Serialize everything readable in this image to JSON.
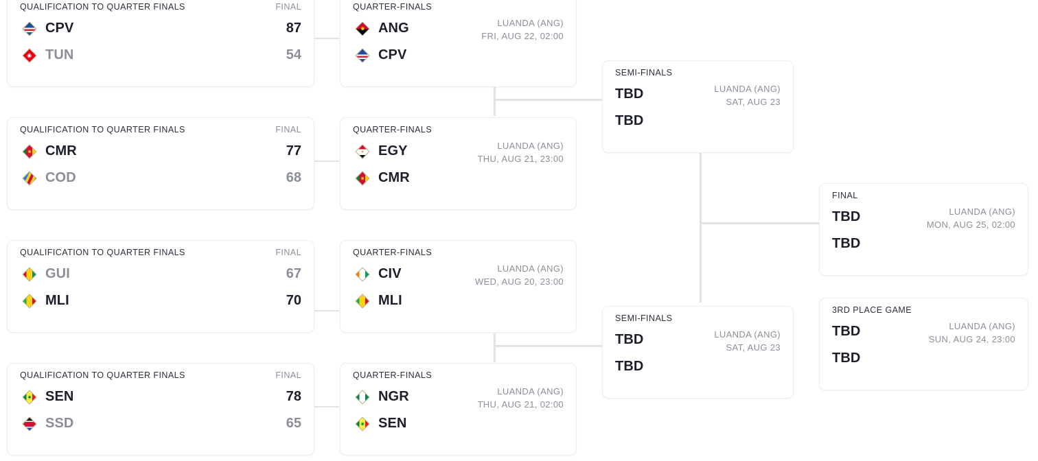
{
  "labels": {
    "qualification": "QUALIFICATION TO QUARTER FINALS",
    "final_status": "FINAL",
    "quarter_finals": "QUARTER-FINALS",
    "semi_finals": "SEMI-FINALS",
    "final_round": "FINAL",
    "third_place": "3RD PLACE GAME",
    "tbd": "TBD"
  },
  "colors": {
    "line": "#e2e2e4",
    "arrow": "#9b1b1b",
    "text_primary": "#1c1f2b",
    "text_muted": "#8b8e99",
    "card_border": "#ededef"
  },
  "qualification": [
    {
      "title": "QUALIFICATION TO QUARTER FINALS",
      "status": "FINAL",
      "teams": [
        {
          "abbr": "CPV",
          "score": "87",
          "winner": true,
          "flag": "cape-verde"
        },
        {
          "abbr": "TUN",
          "score": "54",
          "winner": false,
          "flag": "tunisia"
        }
      ]
    },
    {
      "title": "QUALIFICATION TO QUARTER FINALS",
      "status": "FINAL",
      "teams": [
        {
          "abbr": "CMR",
          "score": "77",
          "winner": true,
          "flag": "cameroon"
        },
        {
          "abbr": "COD",
          "score": "68",
          "winner": false,
          "flag": "dr-congo"
        }
      ]
    },
    {
      "title": "QUALIFICATION TO QUARTER FINALS",
      "status": "FINAL",
      "teams": [
        {
          "abbr": "GUI",
          "score": "67",
          "winner": false,
          "flag": "guinea"
        },
        {
          "abbr": "MLI",
          "score": "70",
          "winner": true,
          "flag": "mali"
        }
      ]
    },
    {
      "title": "QUALIFICATION TO QUARTER FINALS",
      "status": "FINAL",
      "teams": [
        {
          "abbr": "SEN",
          "score": "78",
          "winner": true,
          "flag": "senegal"
        },
        {
          "abbr": "SSD",
          "score": "65",
          "winner": false,
          "flag": "south-sudan"
        }
      ]
    }
  ],
  "quarter_finals": [
    {
      "title": "QUARTER-FINALS",
      "venue": "LUANDA (ANG)",
      "datetime": "FRI, AUG 22, 02:00",
      "teams": [
        {
          "abbr": "ANG",
          "flag": "angola"
        },
        {
          "abbr": "CPV",
          "flag": "cape-verde"
        }
      ]
    },
    {
      "title": "QUARTER-FINALS",
      "venue": "LUANDA (ANG)",
      "datetime": "THU, AUG 21, 23:00",
      "teams": [
        {
          "abbr": "EGY",
          "flag": "egypt"
        },
        {
          "abbr": "CMR",
          "flag": "cameroon"
        }
      ]
    },
    {
      "title": "QUARTER-FINALS",
      "venue": "LUANDA (ANG)",
      "datetime": "WED, AUG 20, 23:00",
      "teams": [
        {
          "abbr": "CIV",
          "flag": "ivory-coast"
        },
        {
          "abbr": "MLI",
          "flag": "mali"
        }
      ]
    },
    {
      "title": "QUARTER-FINALS",
      "venue": "LUANDA (ANG)",
      "datetime": "THU, AUG 21, 02:00",
      "teams": [
        {
          "abbr": "NGR",
          "flag": "nigeria"
        },
        {
          "abbr": "SEN",
          "flag": "senegal"
        }
      ]
    }
  ],
  "semi_finals": [
    {
      "title": "SEMI-FINALS",
      "venue": "LUANDA (ANG)",
      "datetime": "SAT, AUG 23",
      "teams": [
        {
          "abbr": "TBD"
        },
        {
          "abbr": "TBD"
        }
      ]
    },
    {
      "title": "SEMI-FINALS",
      "venue": "LUANDA (ANG)",
      "datetime": "SAT, AUG 23",
      "teams": [
        {
          "abbr": "TBD"
        },
        {
          "abbr": "TBD"
        }
      ]
    }
  ],
  "finals": [
    {
      "title": "FINAL",
      "venue": "LUANDA (ANG)",
      "datetime": "MON, AUG 25, 02:00",
      "teams": [
        {
          "abbr": "TBD"
        },
        {
          "abbr": "TBD"
        }
      ]
    },
    {
      "title": "3RD PLACE GAME",
      "venue": "LUANDA (ANG)",
      "datetime": "SUN, AUG 24, 23:00",
      "teams": [
        {
          "abbr": "TBD"
        },
        {
          "abbr": "TBD"
        }
      ]
    }
  ]
}
